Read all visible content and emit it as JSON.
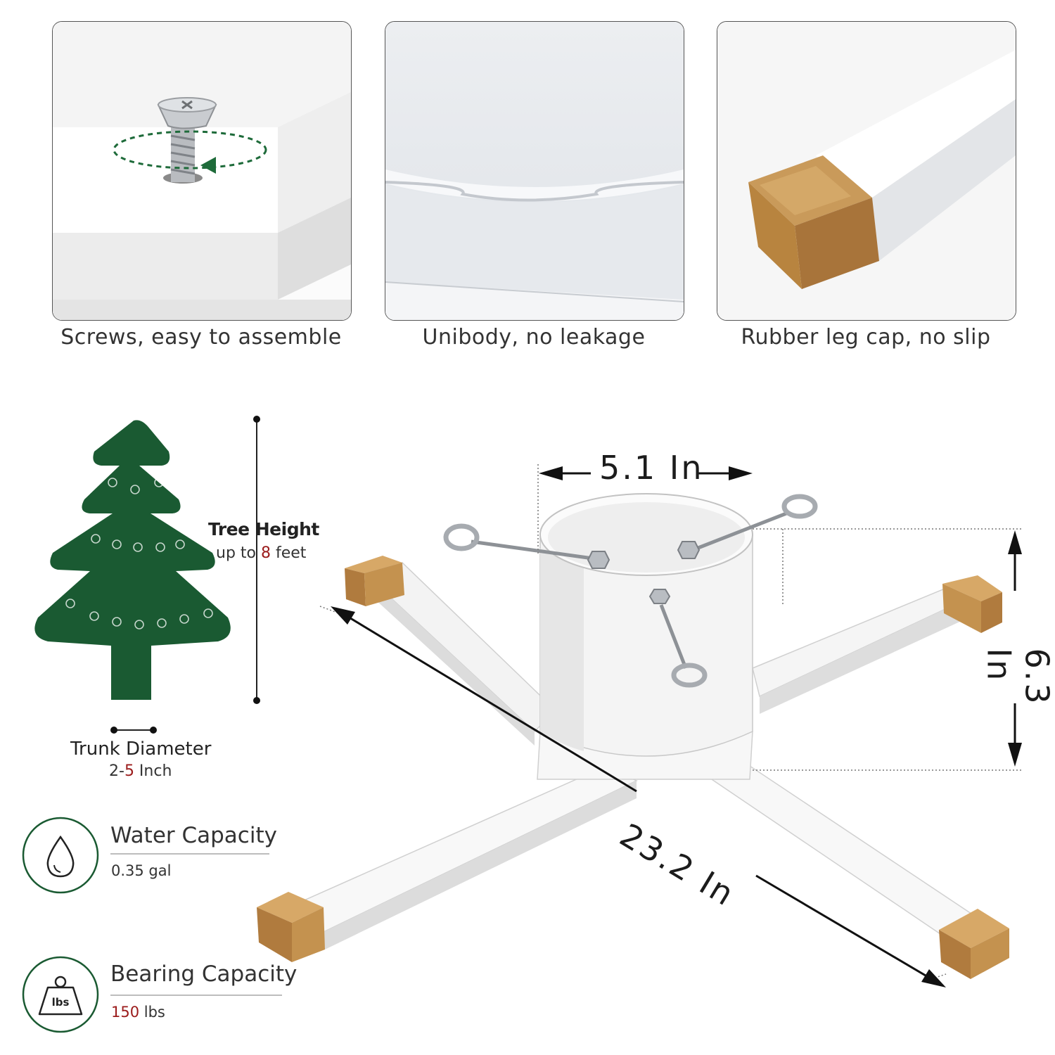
{
  "features": [
    {
      "caption": "Screws, easy to assemble",
      "icon": "screw-icon"
    },
    {
      "caption": "Unibody, no leakage",
      "icon": "bowl-icon"
    },
    {
      "caption": "Rubber leg cap, no slip",
      "icon": "leg-cap-icon"
    }
  ],
  "tree": {
    "height_title": "Tree Height",
    "height_prefix": "up to ",
    "height_value": "8",
    "height_suffix": " feet",
    "trunk_title": "Trunk Diameter",
    "trunk_prefix": "2-",
    "trunk_value": "5",
    "trunk_suffix": " Inch"
  },
  "capacities": {
    "water": {
      "title": "Water  Capacity",
      "value": "0.35 gal",
      "icon": "water-drop-icon"
    },
    "bearing": {
      "title": "Bearing Capacity",
      "value_number": "150",
      "value_unit": " lbs",
      "icon": "weight-icon",
      "icon_text": "lbs"
    }
  },
  "dimensions": {
    "width": "5.1 In",
    "height": "6.3 In",
    "length": "23.2 In"
  },
  "colors": {
    "tree_green": "#1a5a32",
    "cap_bronze": "#b88a4a",
    "accent_red": "#9b1b1b"
  }
}
